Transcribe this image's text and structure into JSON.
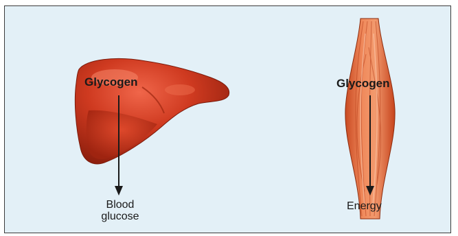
{
  "liver": {
    "source_label": "Glycogen",
    "product_label_line1": "Blood",
    "product_label_line2": "glucose"
  },
  "muscle": {
    "source_label": "Glycogen",
    "product_label": "Energy"
  },
  "colors": {
    "background": "#e3f0f7",
    "liver": "#c8341c",
    "muscle": "#e8653a",
    "arrow": "#1a1a1a",
    "border": "#3a3a3a"
  }
}
